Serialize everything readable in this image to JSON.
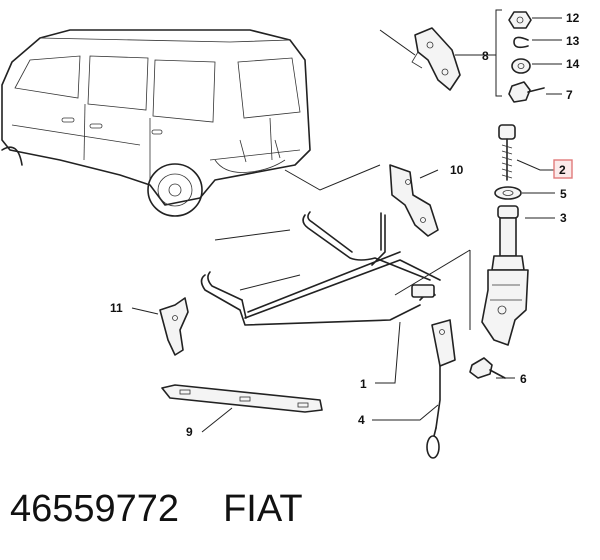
{
  "callouts": {
    "c1": "1",
    "c2": "2",
    "c3": "3",
    "c4": "4",
    "c5": "5",
    "c6": "6",
    "c7": "7",
    "c8": "8",
    "c9": "9",
    "c10": "10",
    "c11": "11",
    "c12": "12",
    "c13": "13",
    "c14": "14"
  },
  "highlight_color": "#e07a7a",
  "footer": {
    "part_number": "46559772",
    "brand": "FIAT"
  }
}
